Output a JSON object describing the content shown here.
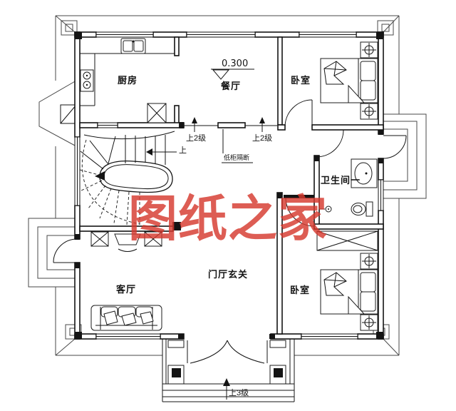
{
  "watermark": {
    "text": "图纸之家",
    "color": "#d6392e"
  },
  "rooms": {
    "kitchen": {
      "label": "厨房"
    },
    "dining": {
      "label": "餐厅"
    },
    "bedroom_top": {
      "label": "卧室"
    },
    "bathroom": {
      "label": "卫生间一"
    },
    "living": {
      "label": "客厅"
    },
    "hall": {
      "label": "门厅玄关"
    },
    "bedroom_bottom": {
      "label": "卧室"
    }
  },
  "annotations": {
    "elevation": "0.300",
    "steps_up_2_left": "上2级",
    "steps_up_2_right": "上2级",
    "stair_direction": "上",
    "low_cabinet_partition": "低柜隔断",
    "entry_steps_up_3": "上3级"
  },
  "colors": {
    "background": "#ffffff",
    "line": "#141414",
    "eave_line": "#4a4a4a",
    "watermark_red": "#d6392e"
  }
}
